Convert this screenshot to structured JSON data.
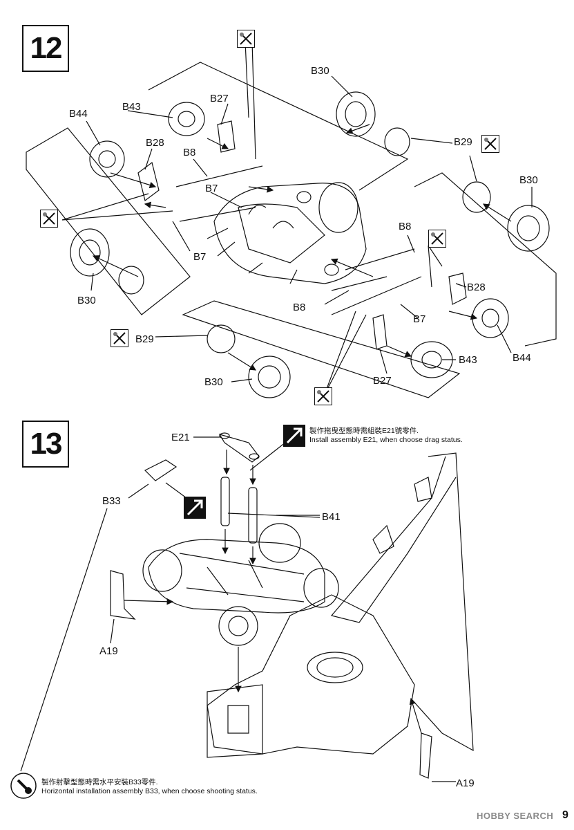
{
  "steps": {
    "s12": "12",
    "s13": "13"
  },
  "labels12": {
    "b30_a": "B30",
    "b43_a": "B43",
    "b27_a": "B27",
    "b44_a": "B44",
    "b28_a": "B28",
    "b8_a": "B8",
    "b7_a": "B7",
    "b7_b": "B7",
    "b30_b": "B30",
    "b29_a": "B29",
    "b29_b": "B29",
    "b30_c": "B30",
    "b30_d": "B30",
    "b8_b": "B8",
    "b28_b": "B28",
    "b8_c": "B8",
    "b7_c": "B7",
    "b44_b": "B44",
    "b43_b": "B43",
    "b27_b": "B27"
  },
  "labels13": {
    "e21": "E21",
    "b33": "B33",
    "b41": "B41",
    "a19_a": "A19",
    "a19_b": "A19"
  },
  "notes": {
    "drag_zh": "製作拖曳型態時需組裝E21號零件.",
    "drag_en": "Install assembly E21, when choose drag status.",
    "shoot_zh": "製作射擊型態時需水平安裝B33零件.",
    "shoot_en": "Horizontal installation assembly B33, when choose shooting status."
  },
  "icons": {
    "cut": "cut-sprue-icon",
    "choice": "choose-option-icon",
    "bolt": "horizontal-install-icon"
  },
  "watermark": "HOBBY SEARCH",
  "page_number": "9"
}
